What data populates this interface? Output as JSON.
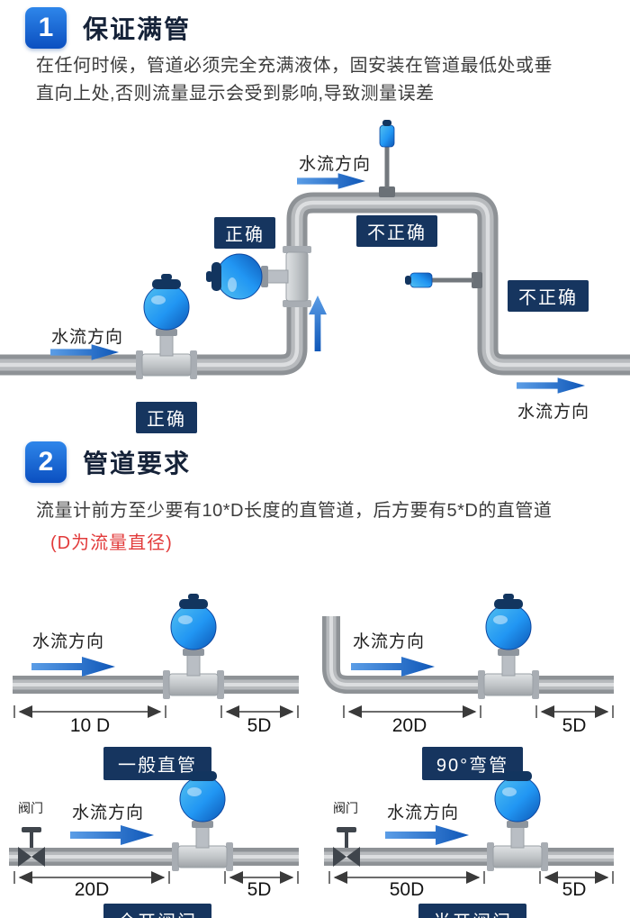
{
  "section1": {
    "number": "1",
    "title": "保证满管",
    "body": "在任何时候，管道必须完全充满液体，固安装在管道最低处或垂\n直向上处,否则流量显示会受到影响,导致测量误差",
    "diagram": {
      "flow_left": "水流方向",
      "flow_top": "水流方向",
      "flow_right": "水流方向",
      "tag_correct_side": "正确",
      "tag_incorrect_top": "不正确",
      "tag_incorrect_right": "不正确",
      "tag_correct_bottom": "正确"
    }
  },
  "section2": {
    "number": "2",
    "title": "管道要求",
    "body": "流量计前方至少要有10*D长度的直管道，后方要有5*D的直管道",
    "note": "(D为流量直径)",
    "diagrams": {
      "straight": {
        "flow": "水流方向",
        "upstream": "10 D",
        "downstream": "5D",
        "caption": "一般直管"
      },
      "bend": {
        "flow": "水流方向",
        "upstream": "20D",
        "downstream": "5D",
        "caption": "90°弯管"
      },
      "valve_open": {
        "flow": "水流方向",
        "valve": "阀门",
        "upstream": "20D",
        "downstream": "5D",
        "caption": "全开阀门"
      },
      "valve_half": {
        "flow": "水流方向",
        "valve": "阀门",
        "upstream": "50D",
        "downstream": "5D",
        "caption": "半开阀门"
      }
    }
  },
  "colors": {
    "accent_blue": "#1565d0",
    "tag_navy": "#16355f",
    "arrow_blue": "#0f57b8",
    "note_red": "#e23b3b",
    "pipe_gray": "#8e9296"
  }
}
